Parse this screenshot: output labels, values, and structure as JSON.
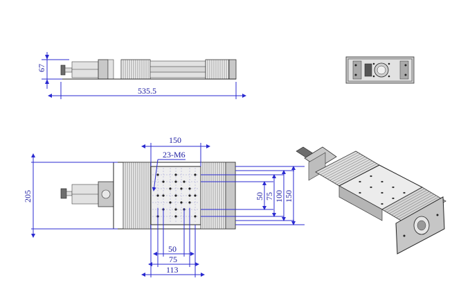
{
  "dimensions": {
    "side_height": "67",
    "side_length": "535.5",
    "top_width": "150",
    "top_holes": "23-M6",
    "top_height": "205",
    "v_50": "50",
    "v_75": "75",
    "v_100": "100",
    "v_150": "150",
    "h_50": "50",
    "h_75": "75",
    "h_113": "113"
  },
  "colors": {
    "dimension_line": "#2a2ad0",
    "dimension_text": "#1a1aa0",
    "outline": "#222222",
    "body_grey": "#c8c8c8"
  }
}
